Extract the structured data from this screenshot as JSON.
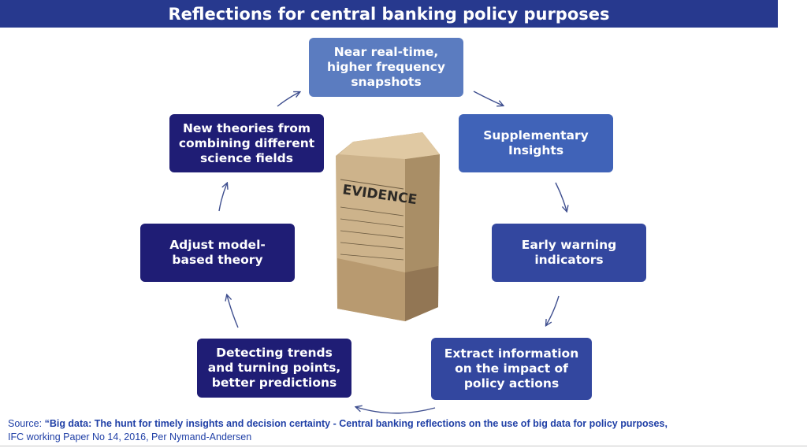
{
  "title": "Reflections for central banking policy purposes",
  "nodes": [
    {
      "id": "near-real-time",
      "text": "Near real-time,\nhigher frequency\nsnapshots"
    },
    {
      "id": "supplementary",
      "text": "Supplementary\nInsights"
    },
    {
      "id": "early-warning",
      "text": "Early warning\nindicators"
    },
    {
      "id": "extract-info",
      "text": "Extract information\non the impact of\npolicy actions"
    },
    {
      "id": "detecting-trends",
      "text": "Detecting trends\nand turning points,\nbetter predictions"
    },
    {
      "id": "adjust-model",
      "text": "Adjust model-\nbased theory"
    },
    {
      "id": "new-theories",
      "text": "New theories from\ncombining different\nscience fields"
    }
  ],
  "image": {
    "label": "EVIDENCE"
  },
  "source": {
    "prefix": "Source: ",
    "bold": "“Big data:  The hunt for timely insights and decision certainty - Central banking reflections on the use of big data for policy purposes,",
    "line2": "IFC working Paper No 14, 2016, Per Nymand-Andersen"
  },
  "colors": {
    "title_bg": "#27398e",
    "node_light": "#5b7cc0",
    "node_dark": "#1f1d75",
    "arrow": "#3f4f8f"
  }
}
